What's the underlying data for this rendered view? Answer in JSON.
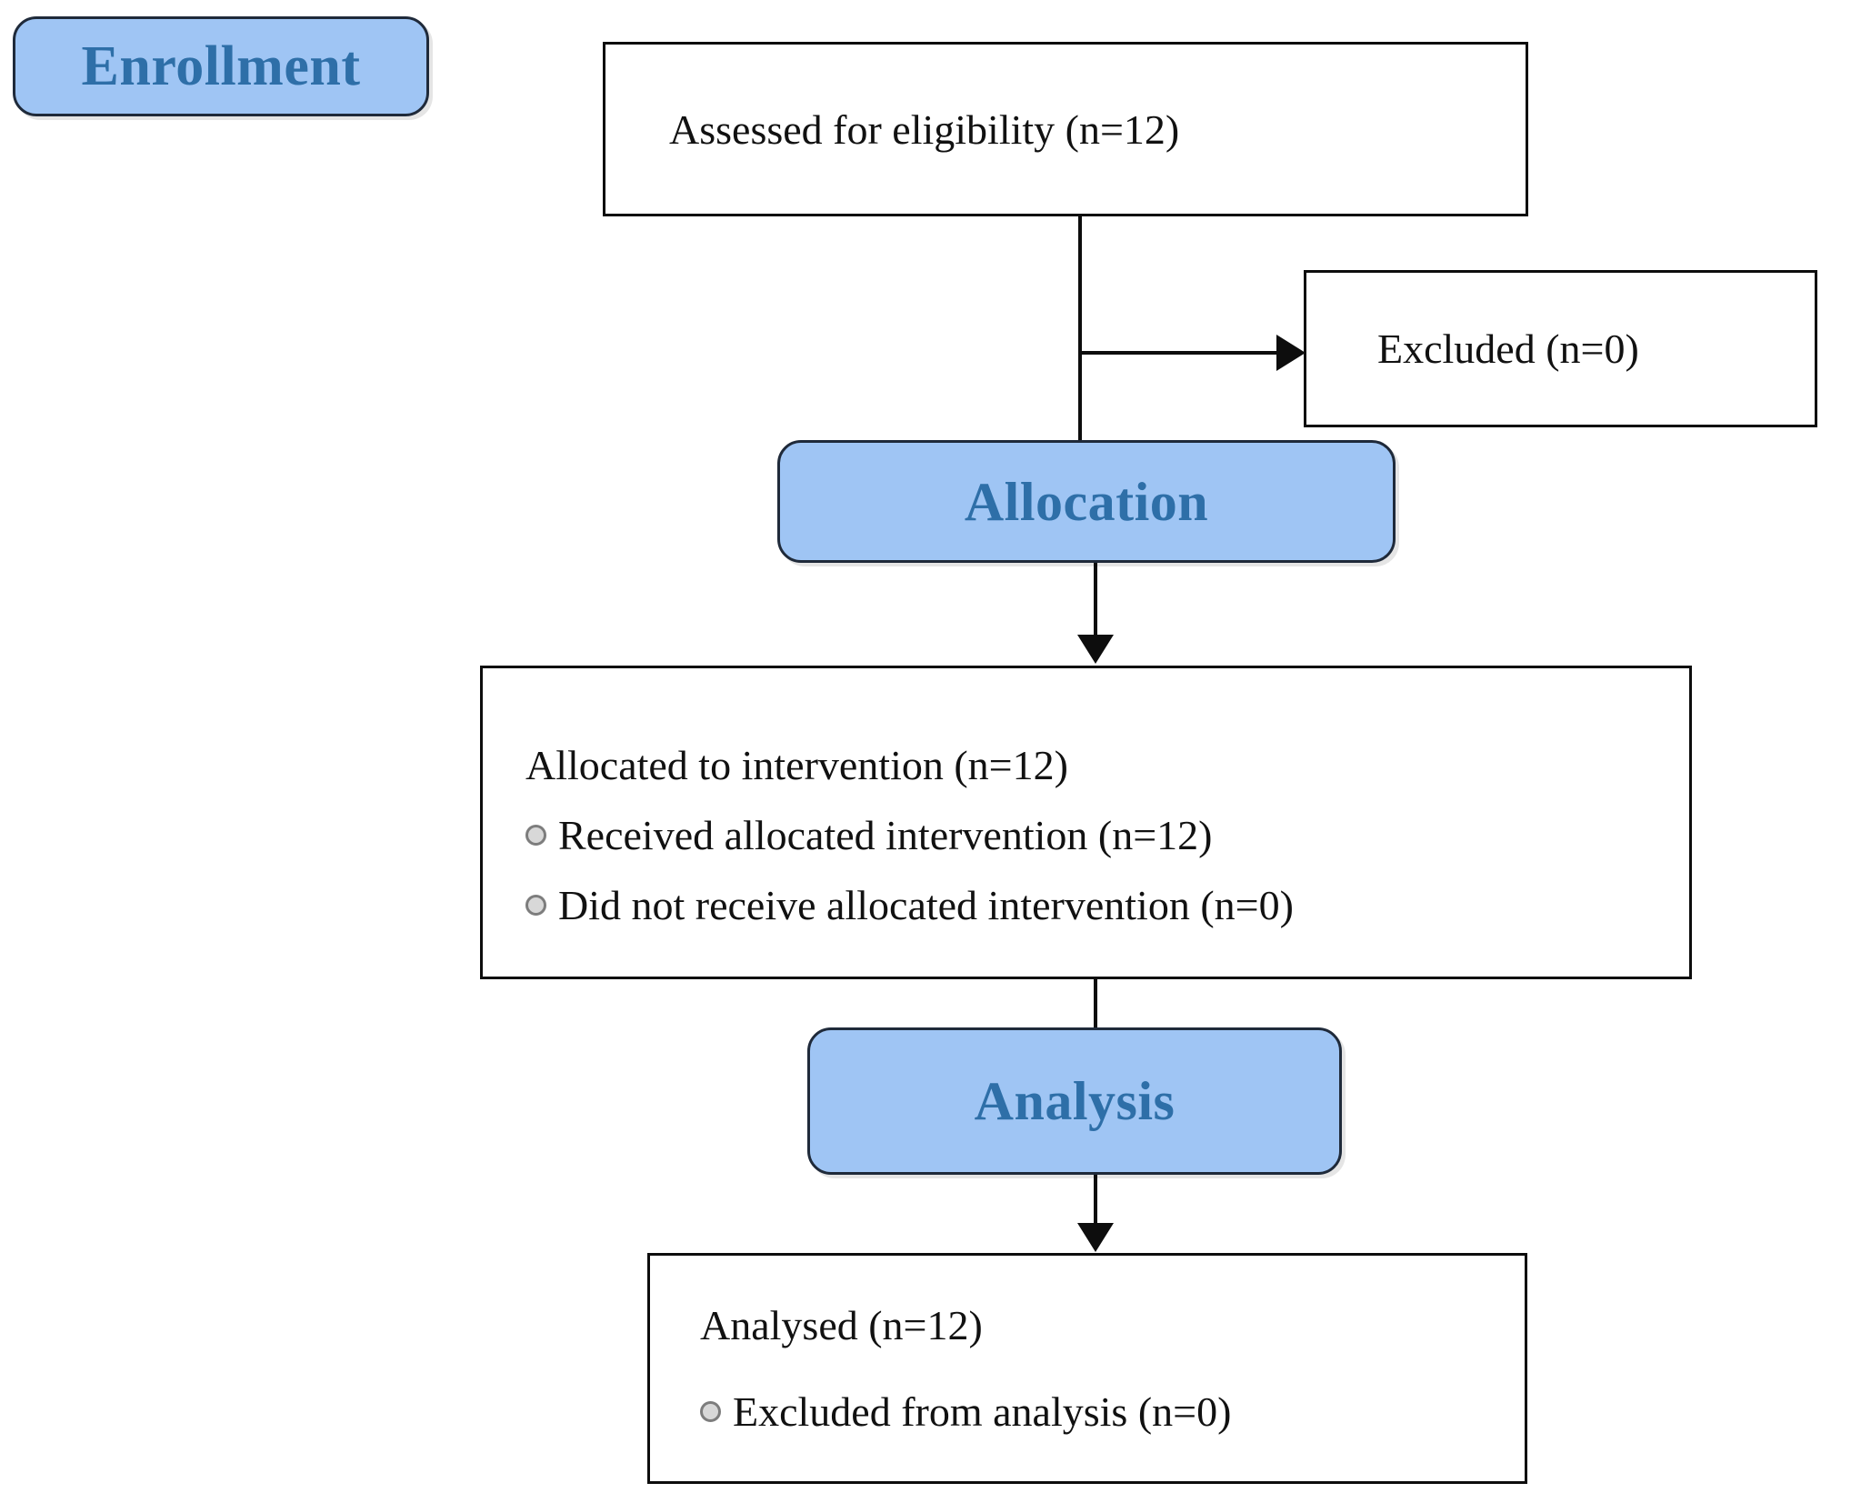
{
  "diagram": {
    "title": "CONSORT participant flow diagram",
    "type": "flowchart",
    "colors": {
      "stage_fill": "#9FC5F4",
      "stage_border": "#1F2A3A",
      "stage_text": "#2E6FA8",
      "box_border": "#0D0D0D",
      "box_fill": "#FFFFFF",
      "text": "#111111",
      "bullet": "#7D7D7D"
    },
    "stages": [
      {
        "id": "enrollment",
        "label": "Enrollment"
      },
      {
        "id": "allocation",
        "label": "Allocation"
      },
      {
        "id": "analysis",
        "label": "Analysis"
      }
    ],
    "nodes": {
      "assessed": {
        "lines": [
          {
            "text": "Assessed for eligibility (n=12)",
            "bullet": false
          }
        ]
      },
      "excluded": {
        "lines": [
          {
            "text": "Excluded (n=0)",
            "bullet": false
          }
        ]
      },
      "allocated": {
        "lines": [
          {
            "text": "Allocated to intervention (n=12)",
            "bullet": false
          },
          {
            "text": "Received allocated intervention (n=12)",
            "bullet": true
          },
          {
            "text": "Did not receive allocated intervention (n=0)",
            "bullet": true
          }
        ]
      },
      "analysed": {
        "lines": [
          {
            "text": "Analysed (n=12)",
            "bullet": false
          },
          {
            "text": "Excluded from analysis (n=0)",
            "bullet": true
          }
        ]
      }
    },
    "counts": {
      "assessed_n": 12,
      "excluded_n": 0,
      "allocated_n": 12,
      "received_n": 12,
      "not_received_n": 0,
      "analysed_n": 12,
      "excluded_from_analysis_n": 0
    }
  }
}
